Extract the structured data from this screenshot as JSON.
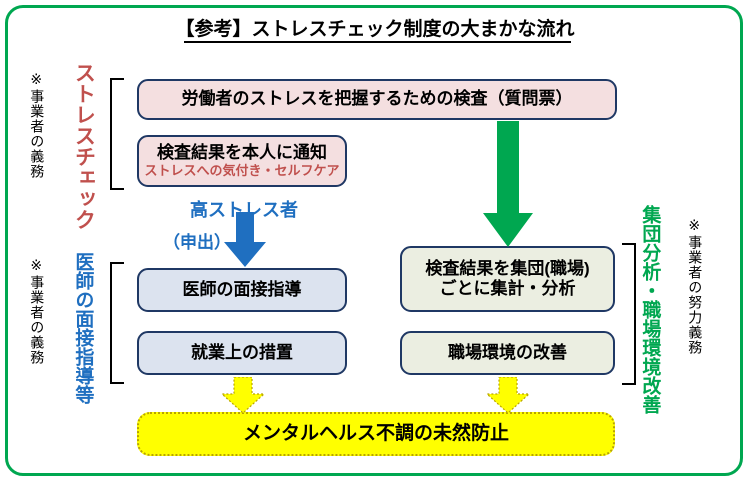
{
  "title": {
    "text": "【参考】ストレスチェック制度の大まかな流れ"
  },
  "colors": {
    "frame_green": "#00a750",
    "box_border": "#1f3864",
    "pink_fill": "#f4dfe0",
    "blue_fill": "#dce3ef",
    "olive_fill": "#ebeee1",
    "yellow_fill": "#ffff00",
    "red_text": "#c0504d",
    "blue_text": "#1f6fc0",
    "green_text": "#00a750",
    "green_arrow": "#00a750",
    "blue_arrow": "#1f6fc0",
    "yellow_arrow": "#ffff00"
  },
  "left_notes": {
    "stress_check_duty": "※事業者の義務",
    "interview_duty": "※事業者の義務"
  },
  "left_section_labels": {
    "stress_check": "ストレスチェック",
    "doctor_interview": "医師の面接指導等"
  },
  "right_section_labels": {
    "group_analysis": "集団分析・職場環境改善",
    "effort_duty": "※事業者の努力義務"
  },
  "boxes": {
    "survey": {
      "label": "労働者のストレスを把握するための検査（質問票）"
    },
    "notify": {
      "label": "検査結果を本人に通知",
      "sub_label": "ストレスへの気付き・セルフケア"
    },
    "doctor_interview": {
      "label": "医師の面接指導"
    },
    "work_measures": {
      "label": "就業上の措置"
    },
    "group_aggregate": {
      "line1": "検査結果を集団(職場)",
      "line2": "ごとに集計・分析"
    },
    "workplace_improve": {
      "label": "職場環境の改善"
    },
    "outcome": {
      "label": "メンタルヘルス不調の未然防止"
    }
  },
  "flow_labels": {
    "high_stress": "高ストレス者",
    "application": "（申出）"
  },
  "icons": {
    "green_down_arrow": "arrow-down-icon",
    "blue_down_arrow": "arrow-down-icon",
    "yellow_down_arrow_left": "arrow-down-icon",
    "yellow_down_arrow_right": "arrow-down-icon"
  }
}
